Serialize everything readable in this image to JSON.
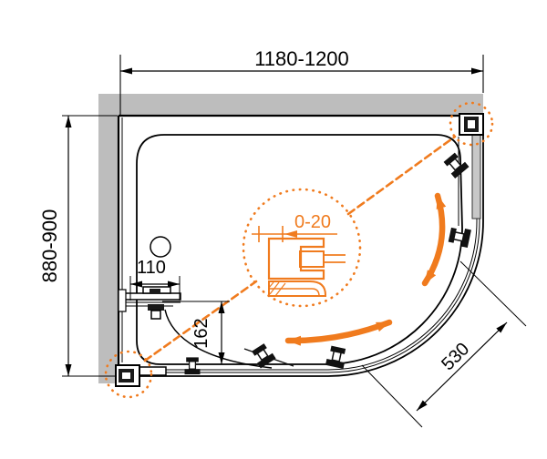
{
  "drawing": {
    "type": "shower-enclosure-plan-technical-drawing",
    "dimensions": {
      "width_range": "1180-1200",
      "depth_range": "880-900",
      "wall_segment": "110",
      "panel_offset": "162",
      "door_radius": "530",
      "profile_adjustment": "0-20"
    },
    "colors": {
      "accent_orange": "#F07B1E",
      "wall_gray": "#BDBDBD",
      "line_black": "#000000",
      "glass_gray": "#C8C8C8"
    }
  }
}
